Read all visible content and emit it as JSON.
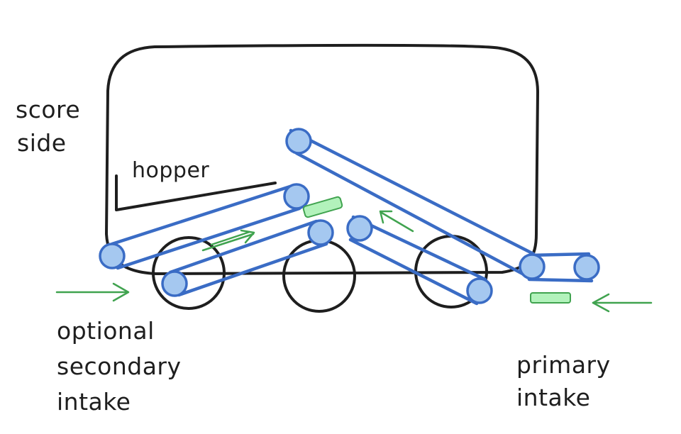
{
  "labels": {
    "score_side_line1": "score",
    "score_side_line2": "side",
    "hopper": "hopper",
    "secondary_line1": "optional",
    "secondary_line2": "secondary",
    "secondary_line3": "intake",
    "primary_line1": "primary",
    "primary_line2": "intake"
  },
  "colors": {
    "outline": "#1e1e1e",
    "belt": "#3a6cc5",
    "roller_fill": "#a5c8f0",
    "game_piece_fill": "#b2f2bb",
    "game_piece_stroke": "#40a34f",
    "arrow": "#40a34f"
  },
  "icons": {
    "direction_arrows": "arrow-icon",
    "game_pieces": "game-piece-icon"
  }
}
